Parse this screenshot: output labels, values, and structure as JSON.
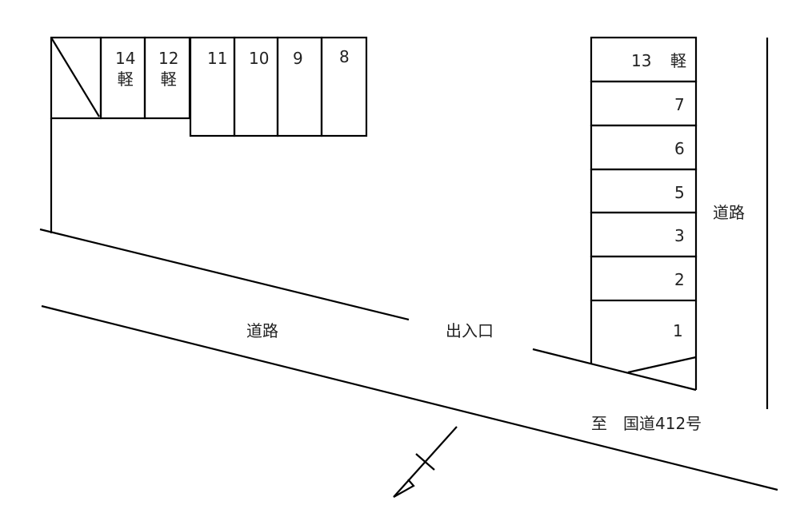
{
  "diagram": {
    "type": "parking-lot-layout",
    "top_row": {
      "spaces": [
        {
          "number": "14",
          "note": "軽"
        },
        {
          "number": "12",
          "note": "軽"
        },
        {
          "number": "11",
          "note": ""
        },
        {
          "number": "10",
          "note": ""
        },
        {
          "number": "9",
          "note": ""
        },
        {
          "number": "8",
          "note": ""
        }
      ]
    },
    "right_column": {
      "spaces": [
        {
          "number": "13",
          "note": "軽"
        },
        {
          "number": "7",
          "note": ""
        },
        {
          "number": "6",
          "note": ""
        },
        {
          "number": "5",
          "note": ""
        },
        {
          "number": "3",
          "note": ""
        },
        {
          "number": "2",
          "note": ""
        },
        {
          "number": "1",
          "note": ""
        }
      ]
    },
    "labels": {
      "road_bottom": "道路",
      "road_right": "道路",
      "entrance": "出入口",
      "direction": "至　国道412号"
    },
    "north_arrow": "north-arrow"
  }
}
